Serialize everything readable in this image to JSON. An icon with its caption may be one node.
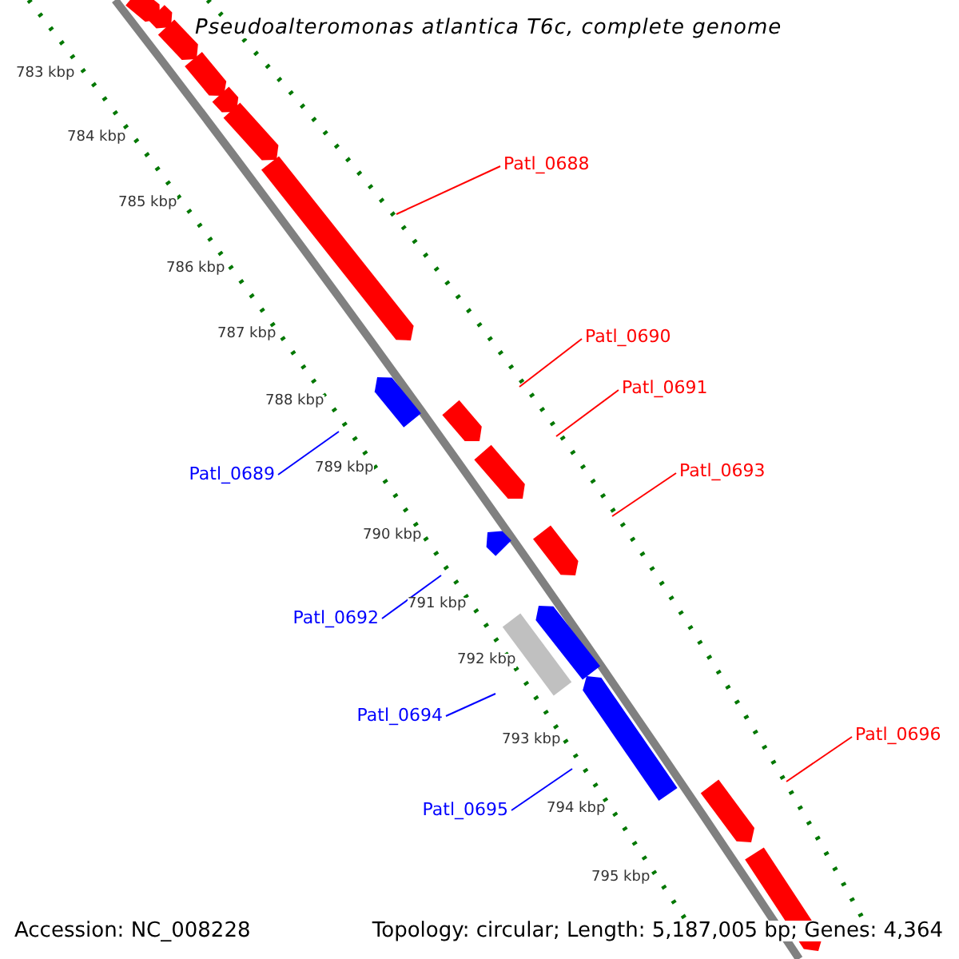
{
  "diagram": {
    "title": "Pseudoalteromonas atlantica T6c, complete genome",
    "nodes": [
      {
        "text": [
          "Patl_0688"
        ]
      },
      {
        "text": [
          "Patl_0690"
        ]
      },
      {
        "text": [
          "Patl_0691"
        ]
      },
      {
        "text": [
          "Patl_0689"
        ]
      },
      {
        "text": [
          "Patl_0693"
        ]
      },
      {
        "text": [
          "Patl_0692"
        ]
      },
      {
        "text": [
          "Patl_0694"
        ]
      },
      {
        "text": [
          "Patl_0696"
        ]
      },
      {
        "text": [
          "Patl_0695"
        ]
      }
    ],
    "edges": [
      {
        "from": 0,
        "to": null,
        "arrow": "none"
      },
      {
        "from": 1,
        "to": null,
        "arrow": "none"
      },
      {
        "from": 2,
        "to": null,
        "arrow": "none"
      },
      {
        "from": 3,
        "to": null,
        "arrow": "none",
        "color": "#0000ff"
      },
      {
        "from": 4,
        "to": null,
        "arrow": "none"
      },
      {
        "from": 5,
        "to": null,
        "arrow": "none",
        "color": "#0000ff"
      },
      {
        "from": 6,
        "to": null,
        "arrow": "none",
        "color": "#0000ff"
      },
      {
        "from": 7,
        "to": null,
        "arrow": "none"
      },
      {
        "from": 8,
        "to": null,
        "arrow": "none",
        "color": "#0000ff"
      }
    ],
    "labels": [
      "783 kbp",
      "784 kbp",
      "785 kbp",
      "786 kbp",
      "787 kbp",
      "788 kbp",
      "789 kbp",
      "790 kbp",
      "791 kbp",
      "792 kbp",
      "793 kbp",
      "794 kbp",
      "795 kbp",
      "Accession: NC_008228",
      "Topology: circular; Length: 5,187,005 bp; Genes: 4,364"
    ]
  }
}
